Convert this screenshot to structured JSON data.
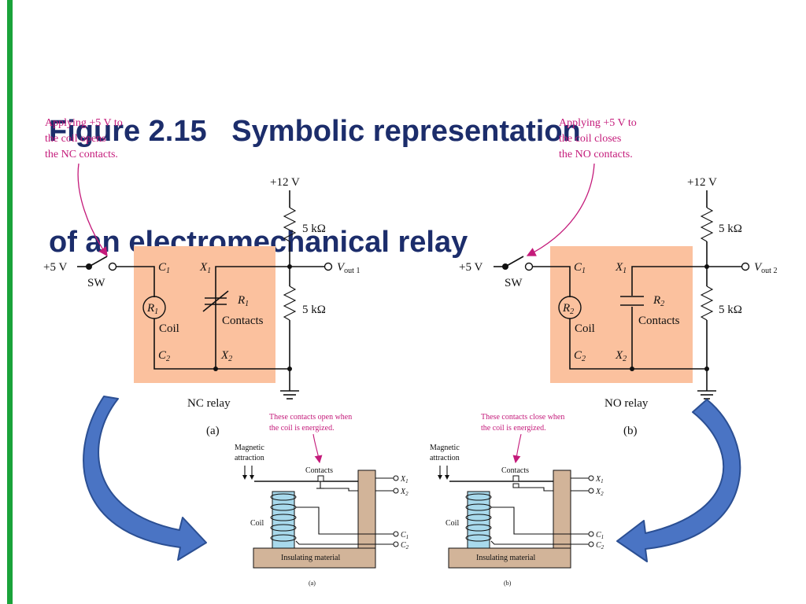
{
  "title": {
    "line1": "Figure 2.15   Symbolic representation",
    "line2": "of an electromechanical relay"
  },
  "colors": {
    "accent_bar": "#1aa33a",
    "title": "#1c2d6b",
    "relay_box": "#fbc19e",
    "callout": "#c41a7a",
    "arrow_fill": "#4a74c4",
    "arrow_stroke": "#2b4f93",
    "base": "#d2b499",
    "coil": "#a8d9ec"
  },
  "nc": {
    "note": [
      "Applying +5 V to",
      "the coil opens",
      "the NC contacts."
    ],
    "supply": "+12 V",
    "r_top": "5 kΩ",
    "r_bot": "5 kΩ",
    "input": "+5 V",
    "sw": "SW",
    "c1": "C",
    "c1_sub": "1",
    "c2": "C",
    "c2_sub": "2",
    "x1": "X",
    "x1_sub": "1",
    "x2": "X",
    "x2_sub": "2",
    "coil_r": "R",
    "coil_r_sub": "1",
    "coil_label": "Coil",
    "contact_r": "R",
    "contact_r_sub": "1",
    "contacts_label": "Contacts",
    "vout": "V",
    "vout_sub": "out 1",
    "relay_label": "NC relay",
    "part": "(a)"
  },
  "no": {
    "note": [
      "Applying +5 V to",
      "the coil closes",
      "the NO contacts."
    ],
    "supply": "+12 V",
    "r_top": "5 kΩ",
    "r_bot": "5 kΩ",
    "input": "+5 V",
    "sw": "SW",
    "c1": "C",
    "c1_sub": "1",
    "c2": "C",
    "c2_sub": "2",
    "x1": "X",
    "x1_sub": "1",
    "x2": "X",
    "x2_sub": "2",
    "coil_r": "R",
    "coil_r_sub": "2",
    "coil_label": "Coil",
    "contact_r": "R",
    "contact_r_sub": "2",
    "contacts_label": "Contacts",
    "vout": "V",
    "vout_sub": "out 2",
    "relay_label": "NO relay",
    "part": "(b)"
  },
  "mech_a": {
    "note": [
      "These contacts open when",
      "the coil is energized."
    ],
    "magnetic": [
      "Magnetic",
      "attraction"
    ],
    "contacts": "Contacts",
    "coil": "Coil",
    "base": "Insulating material",
    "x1": "X",
    "x1_sub": "1",
    "x2": "X",
    "x2_sub": "2",
    "c1": "C",
    "c1_sub": "1",
    "c2": "C",
    "c2_sub": "2",
    "part": "(a)"
  },
  "mech_b": {
    "note": [
      "These contacts close when",
      "the coil is energized."
    ],
    "magnetic": [
      "Magnetic",
      "attraction"
    ],
    "contacts": "Contacts",
    "coil": "Coil",
    "base": "Insulating material",
    "x1": "X",
    "x1_sub": "1",
    "x2": "X",
    "x2_sub": "2",
    "c1": "C",
    "c1_sub": "1",
    "c2": "C",
    "c2_sub": "2",
    "part": "(b)"
  }
}
